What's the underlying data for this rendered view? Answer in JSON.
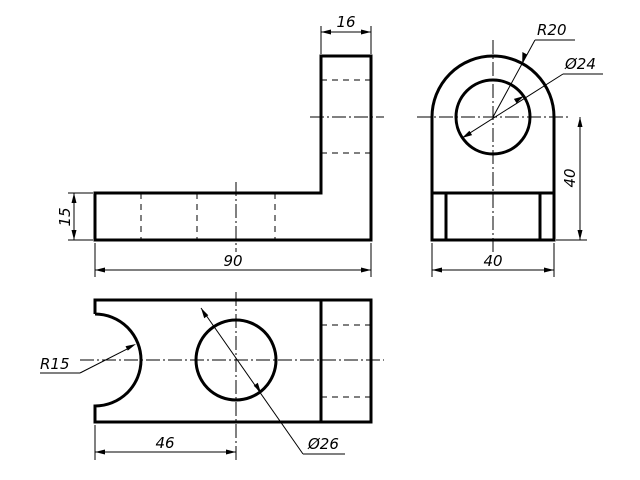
{
  "front_view": {
    "top_width": "16",
    "base_height": "15",
    "overall_length": "90"
  },
  "side_view": {
    "boss_radius": "R20",
    "hole_diameter": "Ø24",
    "height": "40",
    "width": "40"
  },
  "top_view": {
    "slot_radius": "R15",
    "hole_offset": "46",
    "hole_diameter": "Ø26"
  }
}
